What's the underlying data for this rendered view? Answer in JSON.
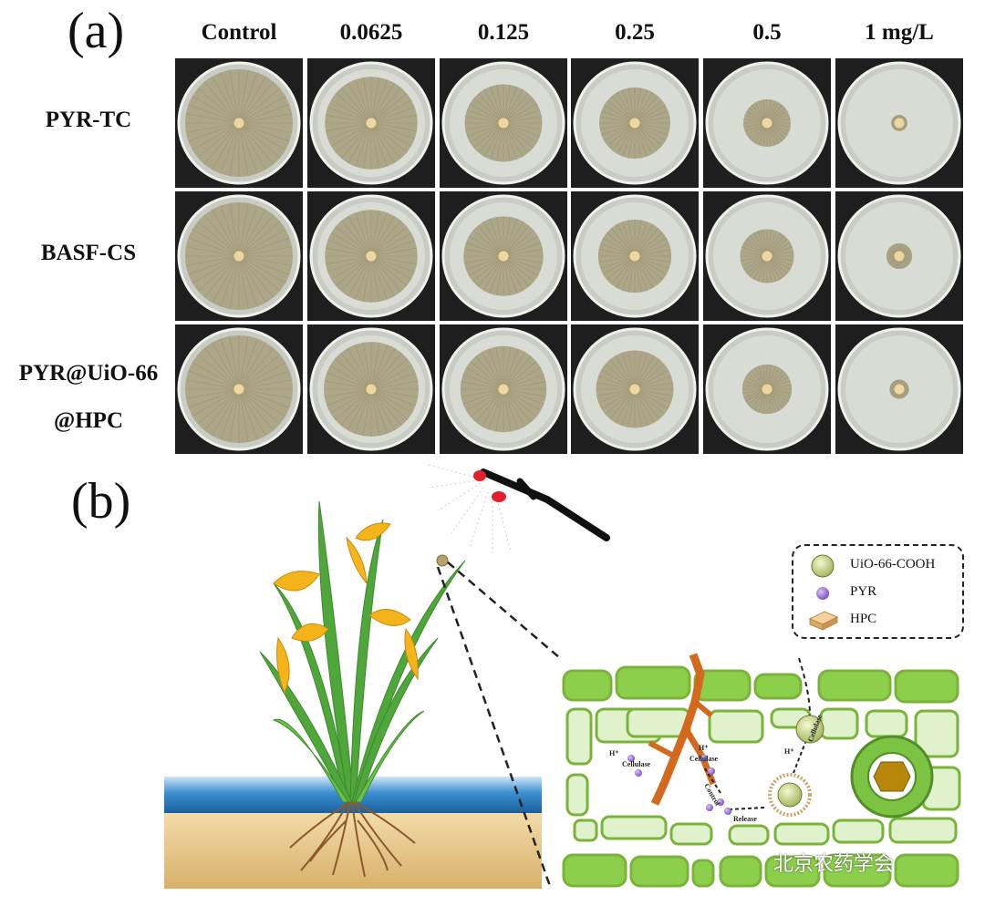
{
  "panel_a": {
    "letter": "(a)",
    "columns": [
      "Control",
      "0.0625",
      "0.125",
      "0.25",
      "0.5",
      "1 mg/L"
    ],
    "rows": [
      {
        "label_lines": [
          "PYR-TC"
        ],
        "colony": [
          1.0,
          0.86,
          0.72,
          0.66,
          0.44,
          0.15
        ]
      },
      {
        "label_lines": [
          "BASF-CS"
        ],
        "colony": [
          1.0,
          0.86,
          0.74,
          0.68,
          0.5,
          0.24
        ]
      },
      {
        "label_lines": [
          "PYR@UiO-66",
          "@HPC"
        ],
        "colony": [
          1.0,
          0.88,
          0.8,
          0.72,
          0.46,
          0.18
        ]
      }
    ]
  },
  "panel_b": {
    "letter": "(b)",
    "legend": [
      "UiO-66-COOH",
      "PYR",
      "HPC"
    ],
    "micro_labels": {
      "h_plus": "H⁺",
      "cellulase": "Cellulase",
      "control": "Control",
      "release": "Release"
    }
  },
  "watermark": "北京农药学会",
  "colors": {
    "plate_bg": "#1e1e1e",
    "agar": "#d9dcd4",
    "mycelium": "#a59d7c",
    "leaf_green": "#7cc243",
    "cell_light": "#dff2cc",
    "grain": "#f5b41a",
    "water": "#1c6fb5",
    "soil": "#e8c98a",
    "hypha": "#d2691e",
    "pyr": "#9b6fd4",
    "hpc": "#e6c08a"
  }
}
